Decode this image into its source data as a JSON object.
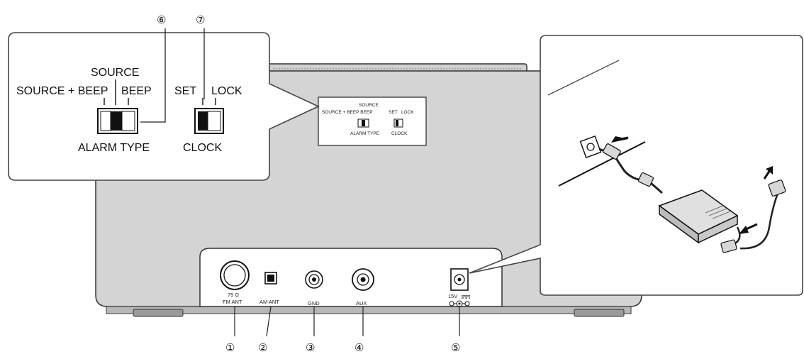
{
  "callouts": {
    "c1": "①",
    "c2": "②",
    "c3": "③",
    "c4": "④",
    "c5": "⑤",
    "c6": "⑥",
    "c7": "⑦"
  },
  "zoom_panel": {
    "source_top": "SOURCE",
    "source_plus_beep": "SOURCE + BEEP",
    "beep": "BEEP",
    "alarm_type": "ALARM TYPE",
    "set": "SET",
    "lock": "LOCK",
    "clock": "CLOCK"
  },
  "small_panel": {
    "source": "SOURCE",
    "row": "SOURCE + BEEP BEEP",
    "set_lock": "SET   LOCK",
    "alarm_type": "ALARM TYPE",
    "clock": "CLOCK"
  },
  "ports": {
    "fm_ohm": "75 Ω",
    "fm_ant": "FM ANT",
    "am_ant": "AM ANT",
    "gnd": "GND",
    "aux": "AUX",
    "dc_voltage": "15V"
  }
}
